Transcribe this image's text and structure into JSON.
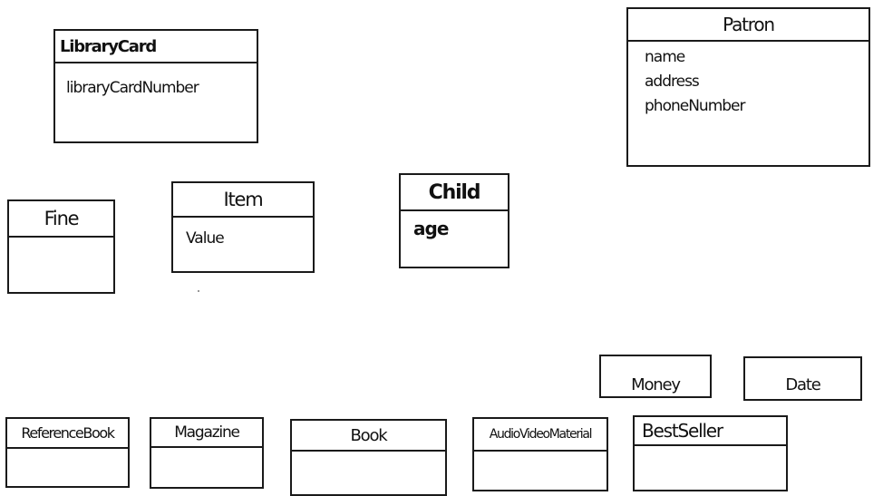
{
  "classes": {
    "librarycard": {
      "name": "LibraryCard",
      "attributes": [
        "libraryCardNumber"
      ]
    },
    "patron": {
      "name": "Patron",
      "attributes": [
        "name",
        "address",
        "phoneNumber"
      ]
    },
    "fine": {
      "name": "Fine",
      "attributes": []
    },
    "item": {
      "name": "Item",
      "attributes": [
        "Value"
      ]
    },
    "child": {
      "name": "Child",
      "attributes": [
        "age"
      ]
    },
    "money": {
      "name": "Money"
    },
    "date": {
      "name": "Date"
    },
    "referencebook": {
      "name": "ReferenceBook"
    },
    "magazine": {
      "name": "Magazine"
    },
    "book": {
      "name": "Book"
    },
    "audiovideomaterial": {
      "name": "AudioVideoMaterial"
    },
    "bestseller": {
      "name": "BestSeller"
    }
  }
}
